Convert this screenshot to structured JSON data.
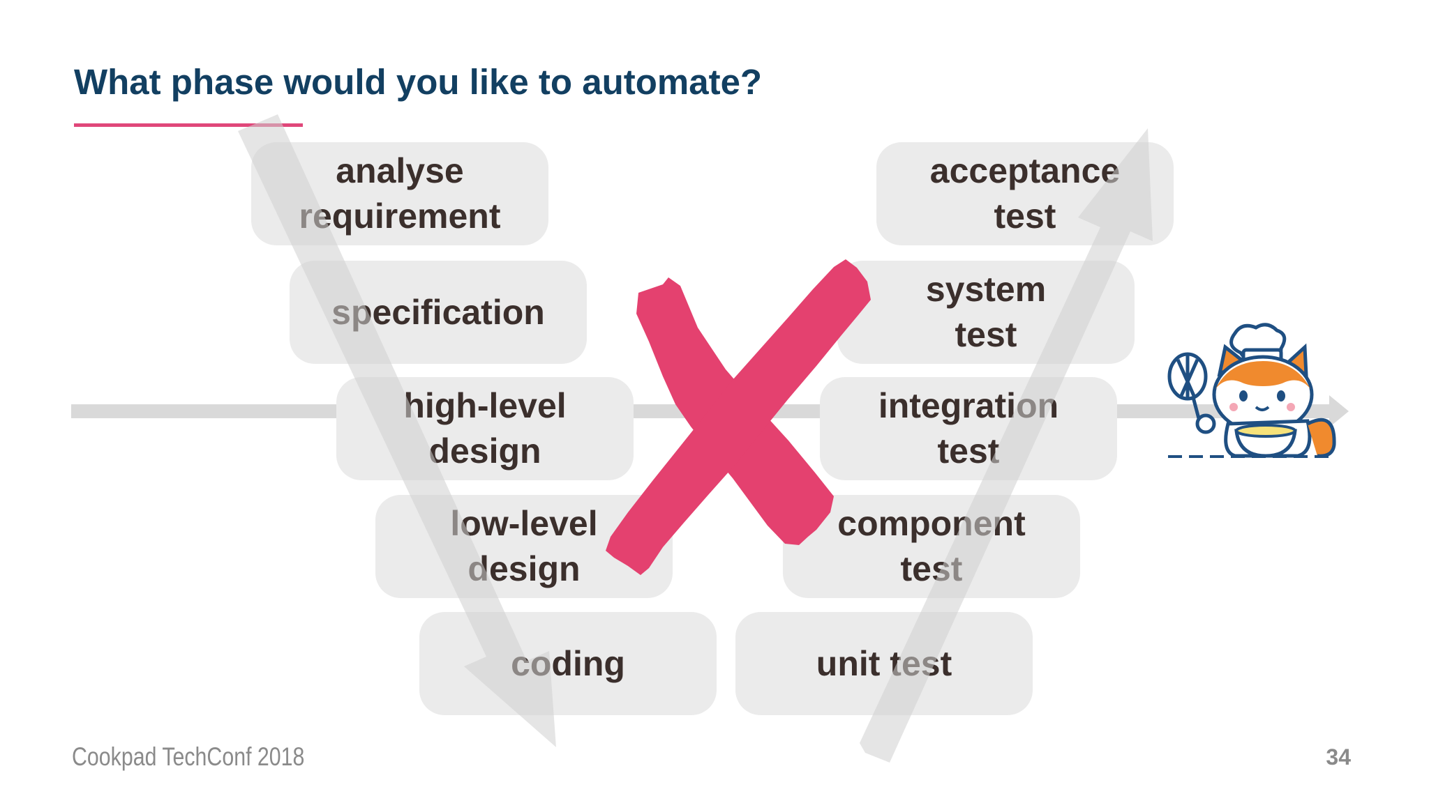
{
  "slide": {
    "title": "What phase would you like to automate?",
    "footer": "Cookpad TechConf 2018",
    "page_number": "34"
  },
  "left_phases": [
    {
      "label": "analyse\nrequirement"
    },
    {
      "label": "specification"
    },
    {
      "label": "high-level\ndesign"
    },
    {
      "label": "low-level\ndesign"
    },
    {
      "label": "coding"
    }
  ],
  "right_phases": [
    {
      "label": "acceptance\ntest"
    },
    {
      "label": "system\ntest"
    },
    {
      "label": "integration\ntest"
    },
    {
      "label": "component\ntest"
    },
    {
      "label": "unit test"
    }
  ],
  "icons": {
    "cross_mark": "x-mark-icon",
    "mascot": "chef-cat-mascot-icon",
    "down_arrow": "down-arrow-icon",
    "up_arrow": "up-arrow-icon"
  },
  "colors": {
    "title": "#123f61",
    "accent": "#e0477a",
    "box": "#ebebeb",
    "arrow": "#d9d9d9"
  }
}
